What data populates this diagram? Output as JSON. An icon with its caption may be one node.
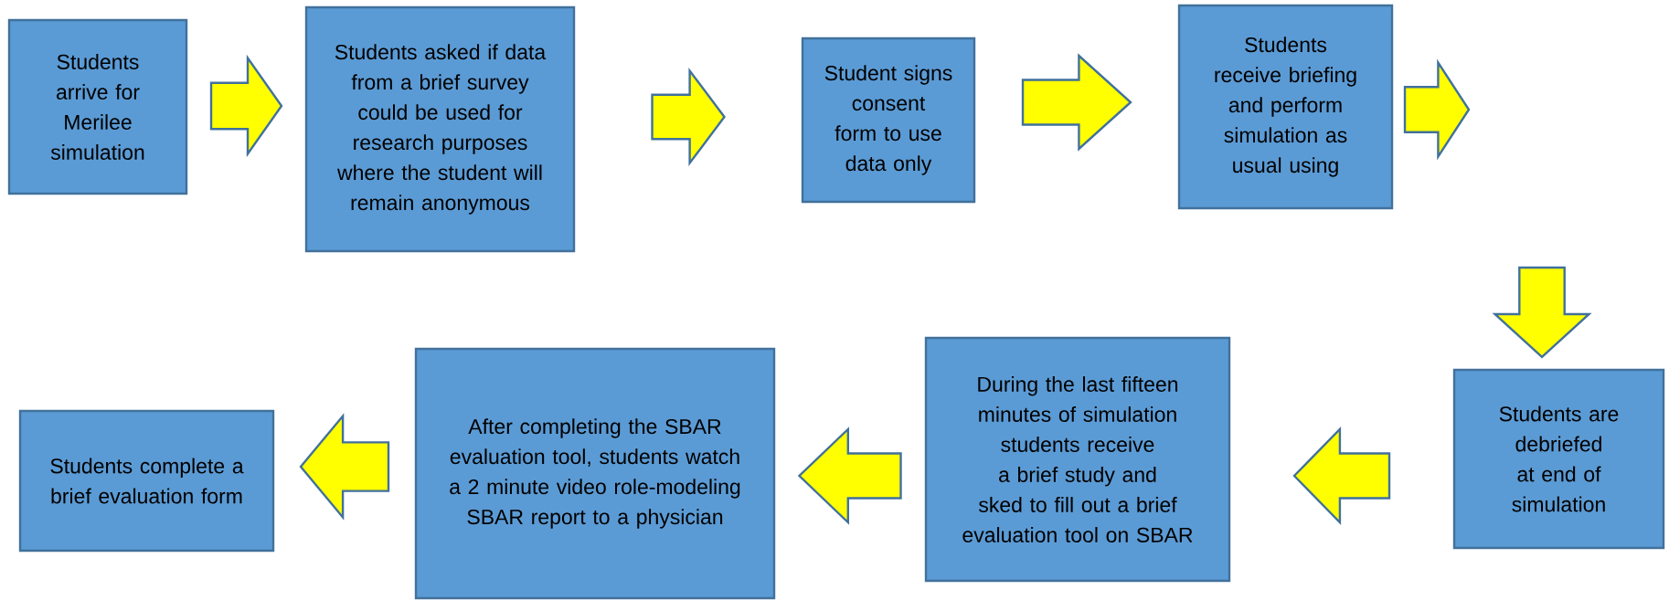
{
  "diagram": {
    "nodes": [
      {
        "text": [
          "Students arrive for Merilee simulation"
        ]
      },
      {
        "text": [
          "Students asked if data from a brief survey could be used for research purposes where the student will remain anonymous"
        ]
      },
      {
        "text": [
          "Student signs consent form to use data only"
        ]
      },
      {
        "text": [
          "Students receive briefing and perform simulation as usual using"
        ]
      },
      {
        "text": [
          "Students are debriefed at end of simulation"
        ]
      },
      {
        "text": [
          "During the last fifteen minutes of simulation students receive a brief study and sked to fill out a brief evaluation tool on SBAR"
        ]
      },
      {
        "text": [
          "After completing the SBAR evaluation tool, students watch a 2 minute video role-modeling SBAR report to a physician"
        ]
      },
      {
        "text": [
          "Students complete a brief evaluation form"
        ]
      }
    ],
    "edges": [
      {
        "from": 0,
        "to": 1,
        "arrow": "to"
      },
      {
        "from": 1,
        "to": 2,
        "arrow": "to"
      },
      {
        "from": 2,
        "to": 3,
        "arrow": "to"
      },
      {
        "from": 3,
        "to": null,
        "arrow": "to"
      },
      {
        "from": null,
        "to": 4,
        "arrow": "to"
      },
      {
        "from": 4,
        "to": 5,
        "arrow": "to"
      },
      {
        "from": 5,
        "to": 6,
        "arrow": "to"
      },
      {
        "from": 6,
        "to": 7,
        "arrow": "to"
      }
    ]
  }
}
